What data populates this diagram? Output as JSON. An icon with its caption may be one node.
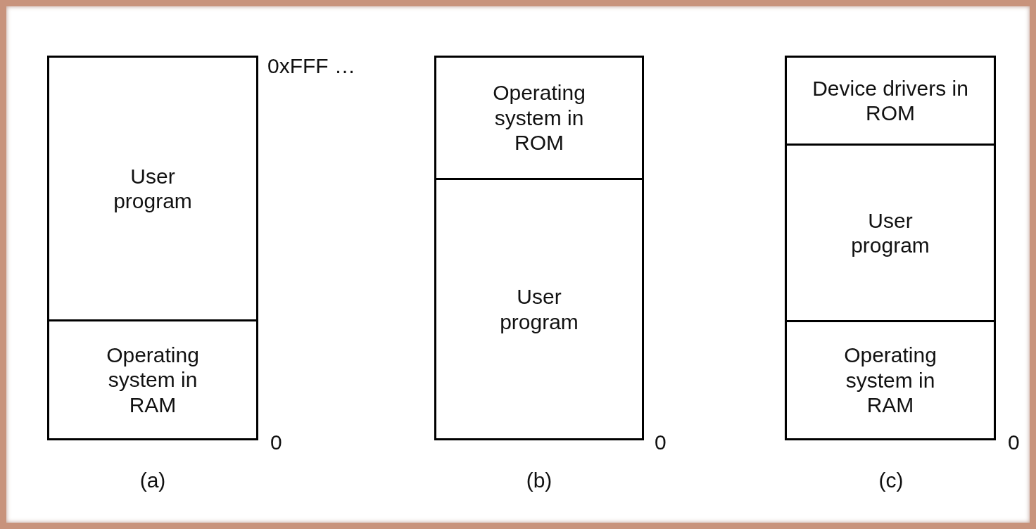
{
  "diagram": {
    "nodes": [
      {
        "text": [],
        "shape": "box",
        "beside": [
          "(a)"
        ]
      },
      {
        "text": [
          "User program"
        ],
        "in": 0
      },
      {
        "text": [
          "Operating system in RAM"
        ],
        "in": 0
      },
      {
        "text": [],
        "shape": "box",
        "beside": [
          "(b)"
        ]
      },
      {
        "text": [
          "Operating system in ROM"
        ],
        "in": 3
      },
      {
        "text": [
          "User program"
        ],
        "in": 3
      },
      {
        "text": [],
        "shape": "box",
        "beside": [
          "(c)"
        ]
      },
      {
        "text": [
          "Device drivers in ROM"
        ],
        "in": 6
      },
      {
        "text": [
          "User program"
        ],
        "in": 6
      },
      {
        "text": [
          "Operating system in RAM"
        ],
        "in": 6
      }
    ],
    "labels": [
      "0xFFF …",
      "0",
      "0",
      "0"
    ]
  }
}
